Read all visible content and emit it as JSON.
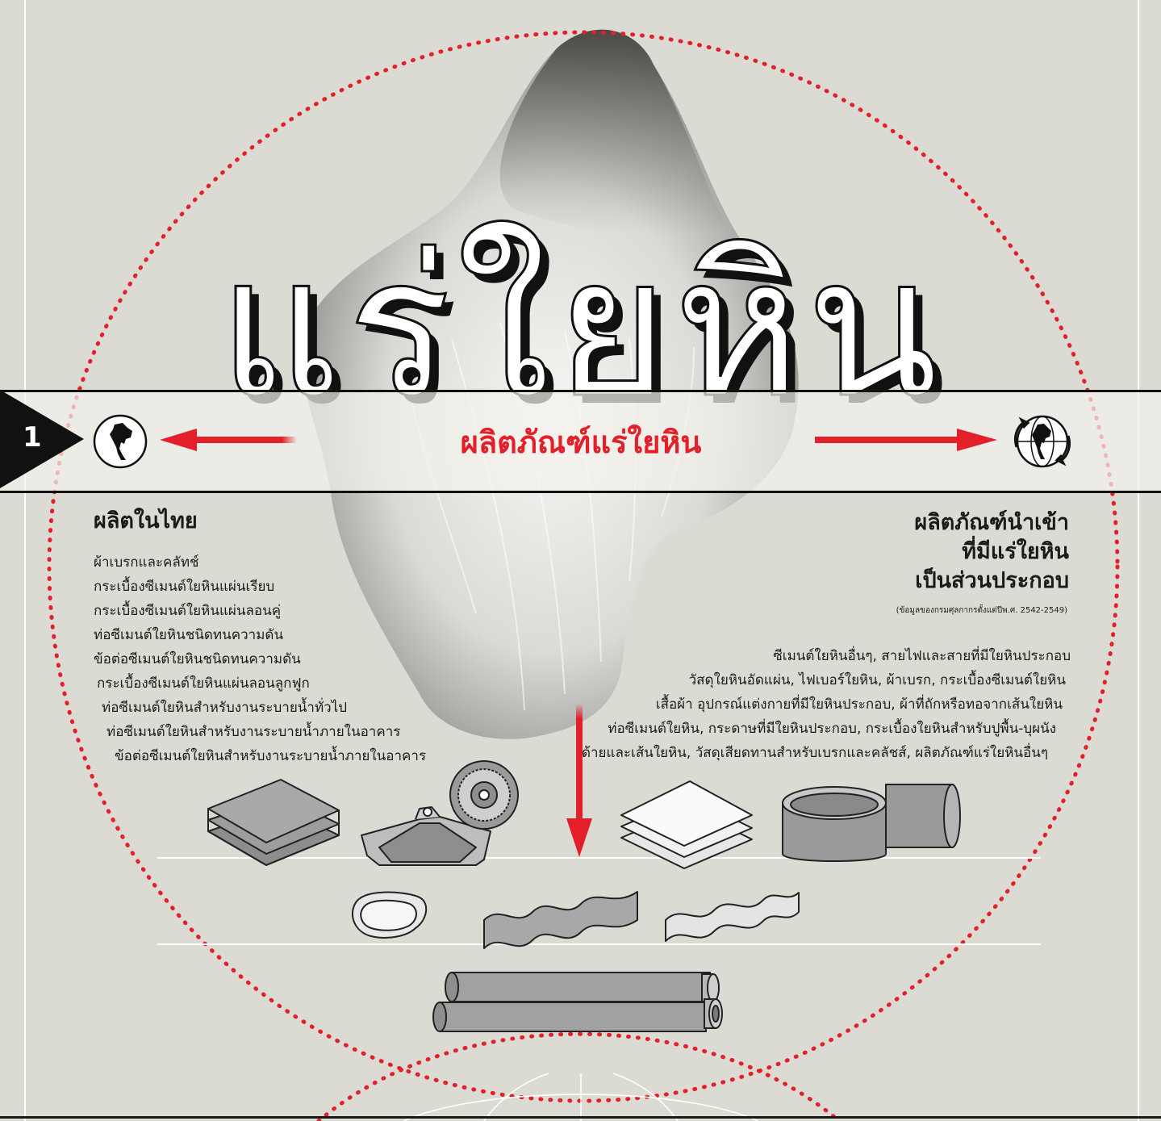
{
  "title": "แร่ใยหิน",
  "section_number": "1",
  "band_title": "ผลิตภัณฑ์แร่ใยหิน",
  "icons": {
    "left": "thailand-map-icon",
    "right": "globe-thailand-icon"
  },
  "colors": {
    "background": "#dcdbd3",
    "accent_red": "#e3202a",
    "ink": "#1a1a1a",
    "product_gray": "#9a9a9a"
  },
  "left_column": {
    "heading": "ผลิตในไทย",
    "items": [
      "ผ้าเบรกและคลัทช์",
      "กระเบื้องซีเมนต์ใยหินแผ่นเรียบ",
      "กระเบื้องซีเมนต์ใยหินแผ่นลอนคู่",
      "ท่อซีเมนต์ใยหินชนิดทนความดัน",
      "ข้อต่อซีเมนต์ใยหินชนิดทนความดัน",
      "กระเบื้องซีเมนต์ใยหินแผ่นลอนลูกฟูก",
      "ท่อซีเมนต์ใยหินสำหรับงานระบายน้ำทั่วไป",
      "ท่อซีเมนต์ใยหินสำหรับงานระบายน้ำภายในอาคาร",
      "ข้อต่อซีเมนต์ใยหินสำหรับงานระบายน้ำภายในอาคาร"
    ]
  },
  "right_column": {
    "heading_lines": [
      "ผลิตภัณฑ์นำเข้า",
      "ที่มีแร่ใยหิน",
      "เป็นส่วนประกอบ"
    ],
    "source_note": "(ข้อมูลของกรมศุลกากรตั้งแต่ปีพ.ศ. 2542-2549)",
    "items": [
      "ซีเมนต์ใยหินอื่นๆ, สายไฟและสายที่มีใยหินประกอบ",
      "วัสดุใยหินอัดแผ่น, ไฟเบอร์ใยหิน, ผ้าเบรก, กระเบื้องซีเมนต์ใยหิน",
      "เสื้อผ้า อุปกรณ์แต่งกายที่มีใยหินประกอบ, ผ้าที่ถักหรือทอจากเส้นใยหิน",
      "ท่อซีเมนต์ใยหิน, กระดาษที่มีใยหินประกอบ, กระเบื้องใยหินสำหรับปูพื้น-บุผนัง",
      "ด้ายและเส้นใยหิน, วัสดุเสียดทานสำหรับเบรกและคลัชส์, ผลิตภัณฑ์แร่ใยหินอื่นๆ"
    ]
  }
}
